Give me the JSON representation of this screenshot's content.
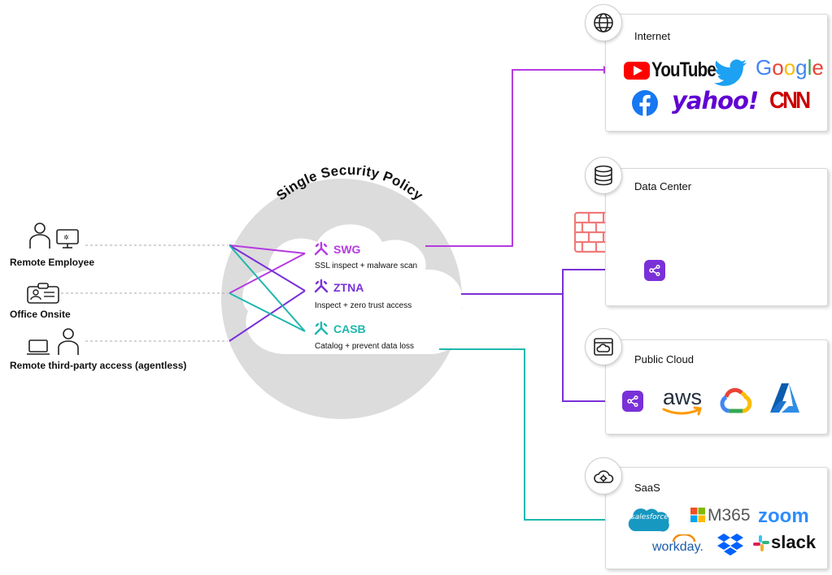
{
  "policy": {
    "title": "Single Security Policy"
  },
  "users": [
    {
      "label": "Remote Employee",
      "icon": "remote-employee-icon"
    },
    {
      "label": "Office Onsite",
      "icon": "office-badge-icon"
    },
    {
      "label": "Remote third-party access (agentless)",
      "icon": "laptop-person-icon"
    }
  ],
  "services": [
    {
      "name": "SWG",
      "description": "SSL inspect + malware scan",
      "color": "#b63be0"
    },
    {
      "name": "ZTNA",
      "description": "Inspect + zero trust access",
      "color": "#7a30d8"
    },
    {
      "name": "CASB",
      "description": "Catalog + prevent data loss",
      "color": "#1fb7ad"
    }
  ],
  "destinations": {
    "internet": {
      "title": "Internet",
      "icon": "globe-icon",
      "logos": [
        "YouTube",
        "Google",
        "yahoo!",
        "CNN"
      ],
      "logo_icons": [
        "twitter-icon",
        "facebook-icon"
      ]
    },
    "datacenter": {
      "title": "Data Center",
      "icon": "database-icon"
    },
    "publiccloud": {
      "title": "Public Cloud",
      "icon": "cloud-window-icon",
      "logos": [
        "aws"
      ],
      "logo_icons": [
        "google-cloud-icon",
        "azure-icon"
      ]
    },
    "saas": {
      "title": "SaaS",
      "icon": "cloud-gear-icon",
      "logos": [
        "salesforce",
        "M365",
        "zoom",
        "workday.",
        "slack"
      ],
      "logo_icons": [
        "dropbox-icon",
        "microsoft-icon",
        "slack-icon"
      ]
    }
  },
  "colors": {
    "swg": "#b63be0",
    "ztna": "#7a30d8",
    "casb": "#1fb7ad",
    "cloud_halo": "#dcdcdc",
    "firewall": "#f07a7a"
  }
}
